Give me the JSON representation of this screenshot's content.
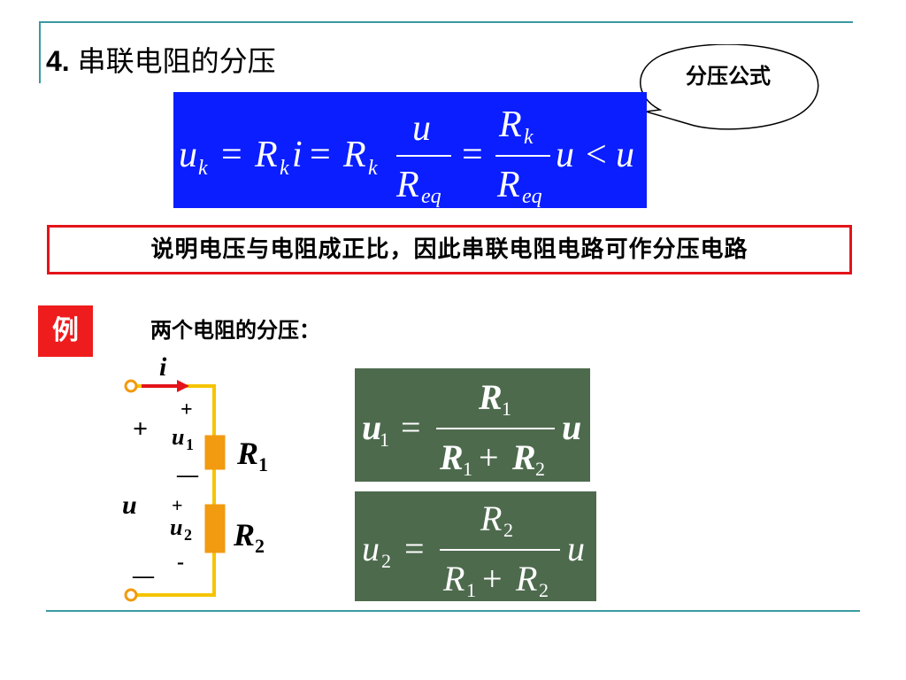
{
  "slide": {
    "title_number": "4.",
    "title_text": "串联电阻的分压",
    "callout": {
      "text": "分压公式"
    },
    "note": "说明电压与电阻成正比，因此串联电阻电路可作分压电路",
    "example": {
      "badge": "例",
      "text": "两个电阻的分压："
    },
    "circuit_labels": {
      "current": "i",
      "plus_top": "+",
      "plus_left": "+",
      "u1": "u",
      "u1_sub": "1",
      "dash1": "—",
      "R1": "R",
      "R1_sub": "1",
      "u": "u",
      "plus2": "+",
      "u2": "u",
      "u2_sub": "2",
      "minus2": "-",
      "R2": "R",
      "R2_sub": "2",
      "minus_left": "—"
    }
  },
  "colors": {
    "main_formula_bg": "#0a1eff",
    "result_bg": "#4d6a4d",
    "note_border": "#e3141a",
    "badge_bg": "#ee1c1c",
    "accent_line": "#3a9aa0",
    "wire": "#f5c400",
    "resistor": "#f29a10",
    "terminal": "#f29a10",
    "current_arrow": "#e3141a"
  }
}
